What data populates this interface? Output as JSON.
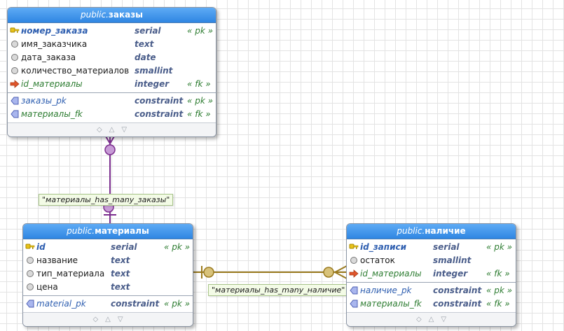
{
  "entities": {
    "orders": {
      "schema": "public.",
      "name": "заказы",
      "columns": [
        {
          "name": "номер_заказа",
          "type": "serial",
          "flag": "« pk »"
        },
        {
          "name": "имя_заказчика",
          "type": "text",
          "flag": ""
        },
        {
          "name": "дата_заказа",
          "type": "date",
          "flag": ""
        },
        {
          "name": "количество_материалов",
          "type": "smallint",
          "flag": ""
        },
        {
          "name": "id_материалы",
          "type": "integer",
          "flag": "« fk »"
        }
      ],
      "constraints": [
        {
          "name": "заказы_pk",
          "type": "constraint",
          "flag": "« pk »"
        },
        {
          "name": "материалы_fk",
          "type": "constraint",
          "flag": "« fk »"
        }
      ]
    },
    "materials": {
      "schema": "public.",
      "name": "материалы",
      "columns": [
        {
          "name": "id",
          "type": "serial",
          "flag": "« pk »"
        },
        {
          "name": "название",
          "type": "text",
          "flag": ""
        },
        {
          "name": "тип_материала",
          "type": "text",
          "flag": ""
        },
        {
          "name": "цена",
          "type": "text",
          "flag": ""
        }
      ],
      "constraints": [
        {
          "name": "material_pk",
          "type": "constraint",
          "flag": "« pk »"
        }
      ]
    },
    "stock": {
      "schema": "public.",
      "name": "наличие",
      "columns": [
        {
          "name": "id_записи",
          "type": "serial",
          "flag": "« pk »"
        },
        {
          "name": "остаток",
          "type": "smallint",
          "flag": ""
        },
        {
          "name": "id_материалы",
          "type": "integer",
          "flag": "« fk »"
        }
      ],
      "constraints": [
        {
          "name": "наличие_pk",
          "type": "constraint",
          "flag": "« pk »"
        },
        {
          "name": "материалы_fk",
          "type": "constraint",
          "flag": "« fk »"
        }
      ]
    }
  },
  "relationships": {
    "orders_rel": {
      "label": "\"материалы_has_many_заказы\"",
      "color": "#7b2d8e",
      "fill": "#c79bd6"
    },
    "stock_rel": {
      "label": "\"материалы_has_many_наличие\"",
      "color": "#9a7a1e",
      "fill": "#d8c27a"
    }
  },
  "colors": {
    "header_top": "#5eabf5",
    "header_bottom": "#2f86e2",
    "pk_key": "#e8c21a",
    "fk_arrow": "#e0552b",
    "constraint_icon": "#7f8fd6"
  },
  "icons": {
    "primary_key": "key-icon",
    "column": "circle-icon",
    "foreign_key": "arrow-right-icon",
    "constraint": "constraint-icon",
    "footer": [
      "diamond-icon",
      "triangle-up-icon",
      "triangle-down-icon"
    ]
  }
}
